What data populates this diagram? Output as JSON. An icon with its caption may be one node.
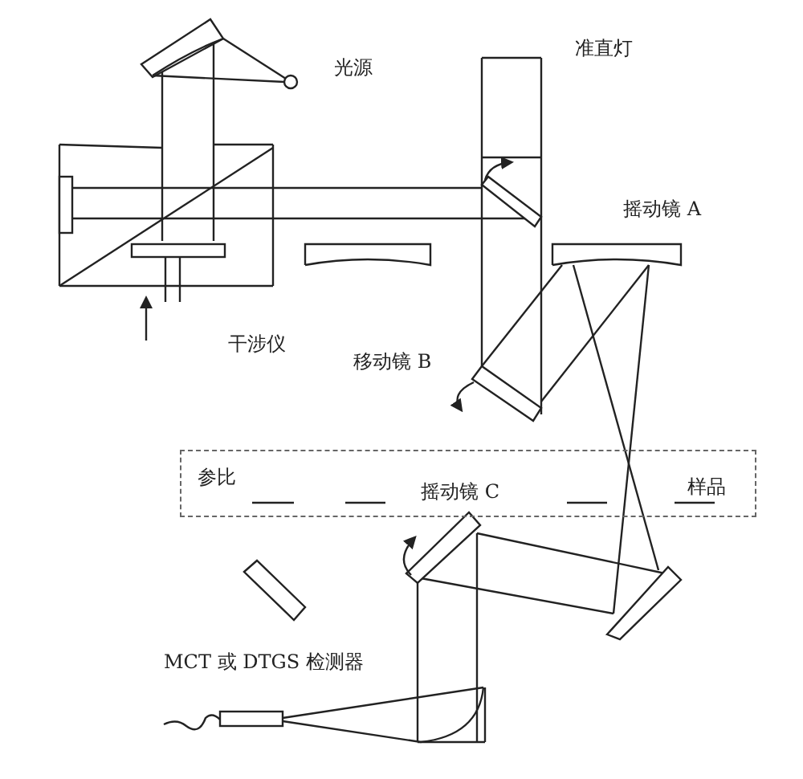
{
  "diagram": {
    "nodes": [
      {
        "text": [
          "参比",
          "样品"
        ]
      }
    ],
    "edges": [],
    "labels": [
      "准直灯",
      "光源",
      "摇动镜 A",
      "干涉仪",
      "移动镜 B",
      "摇动镜 C",
      "MCT 或 DTGS 检测器"
    ]
  }
}
